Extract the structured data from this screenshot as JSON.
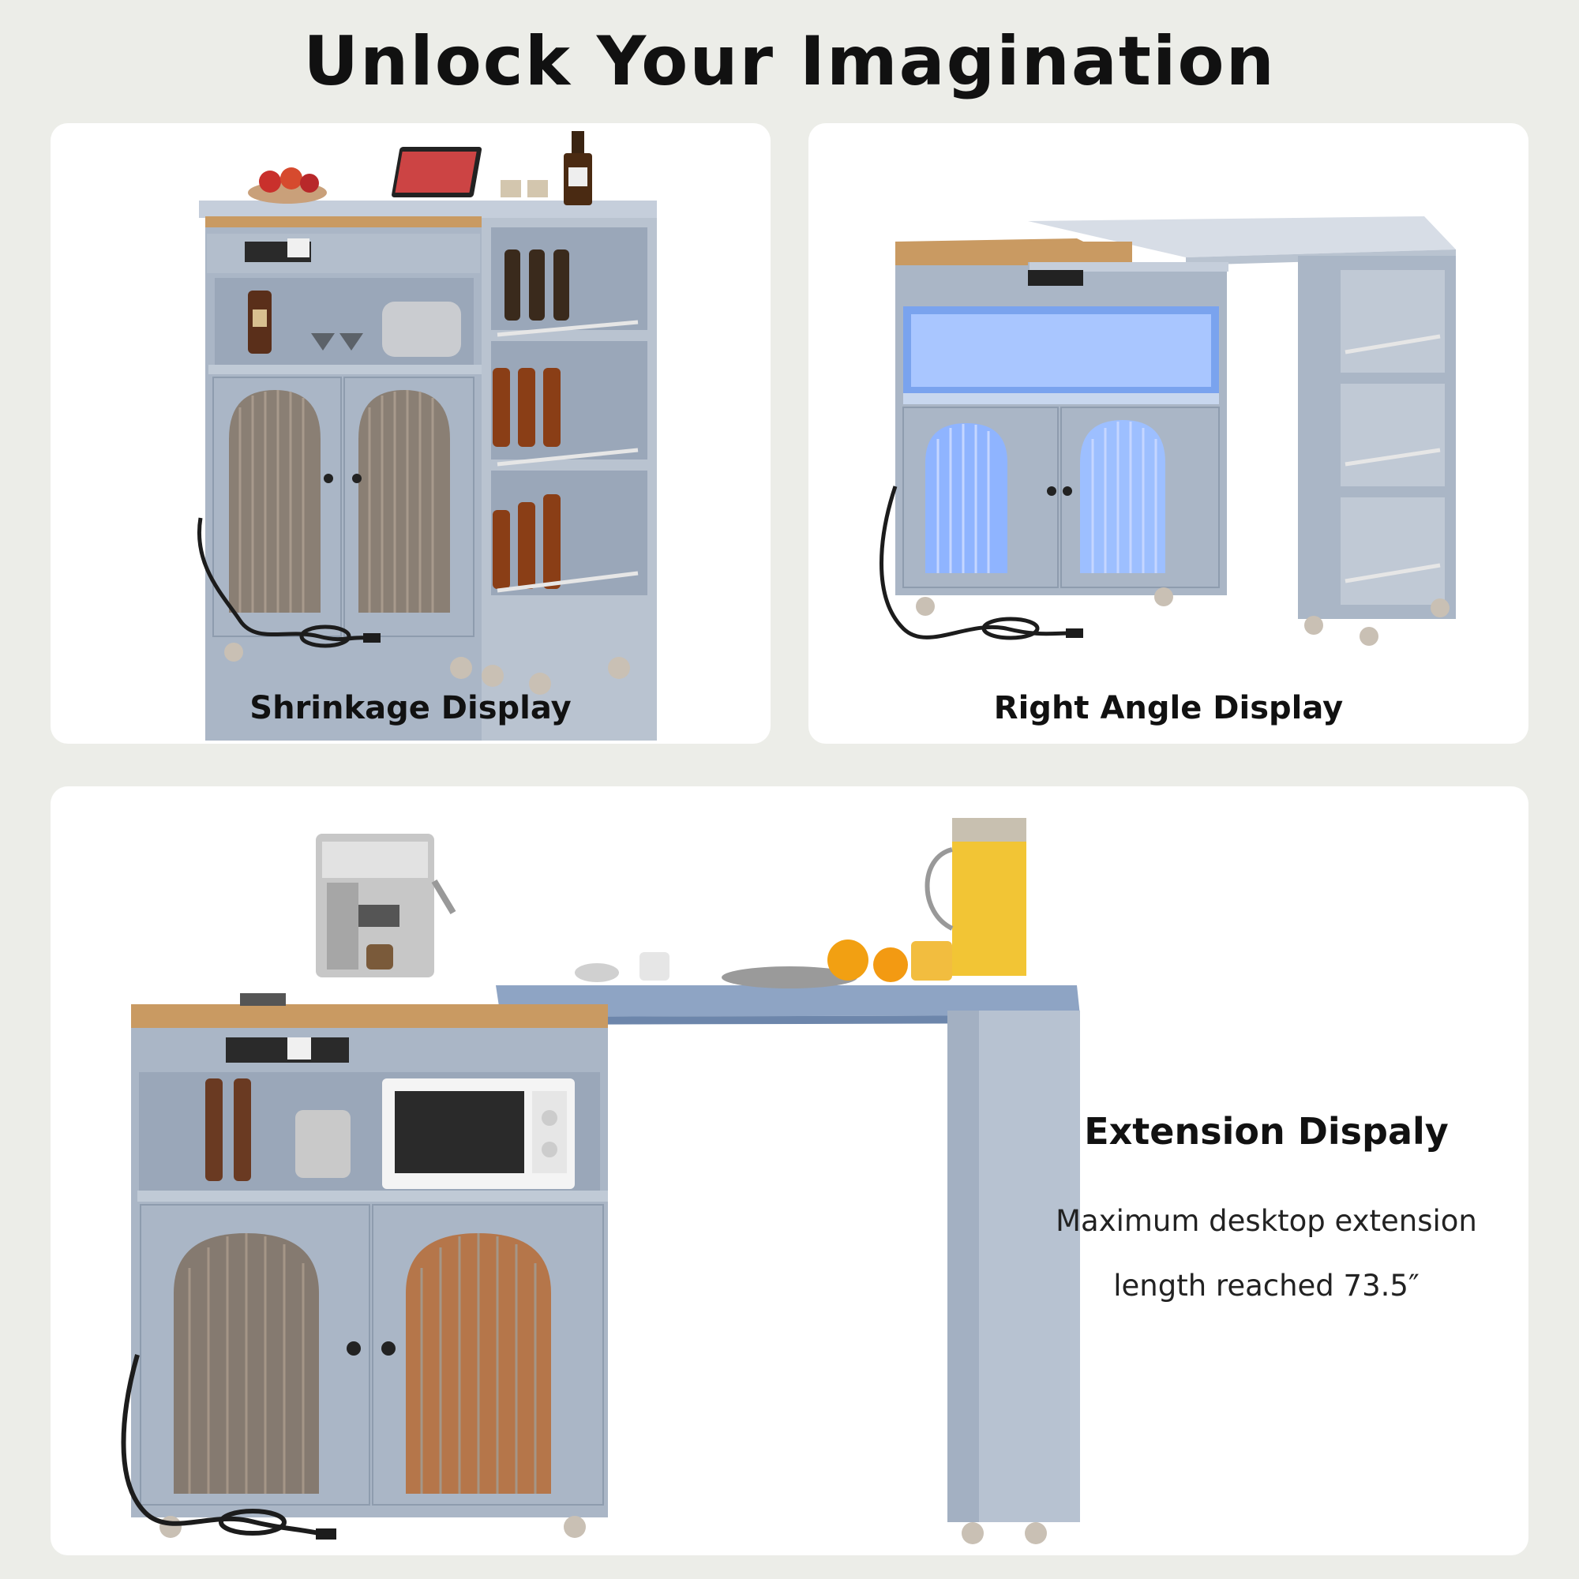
{
  "page": {
    "title": "Unlock Your Imagination"
  },
  "panels": [
    {
      "caption": "Shrinkage Display"
    },
    {
      "caption": "Right Angle Display"
    },
    {
      "caption": "Extension Dispaly",
      "description_lines": [
        "Maximum desktop extension",
        "length reached 73.5″"
      ]
    }
  ],
  "colors": {
    "background": "#ecede8",
    "card": "#ffffff",
    "cabinet": "#aab6c6",
    "cabinet_dark": "#8e9cae",
    "wood": "#c99a62",
    "glass": "#8a7f74",
    "led": "#8fb4ff"
  }
}
